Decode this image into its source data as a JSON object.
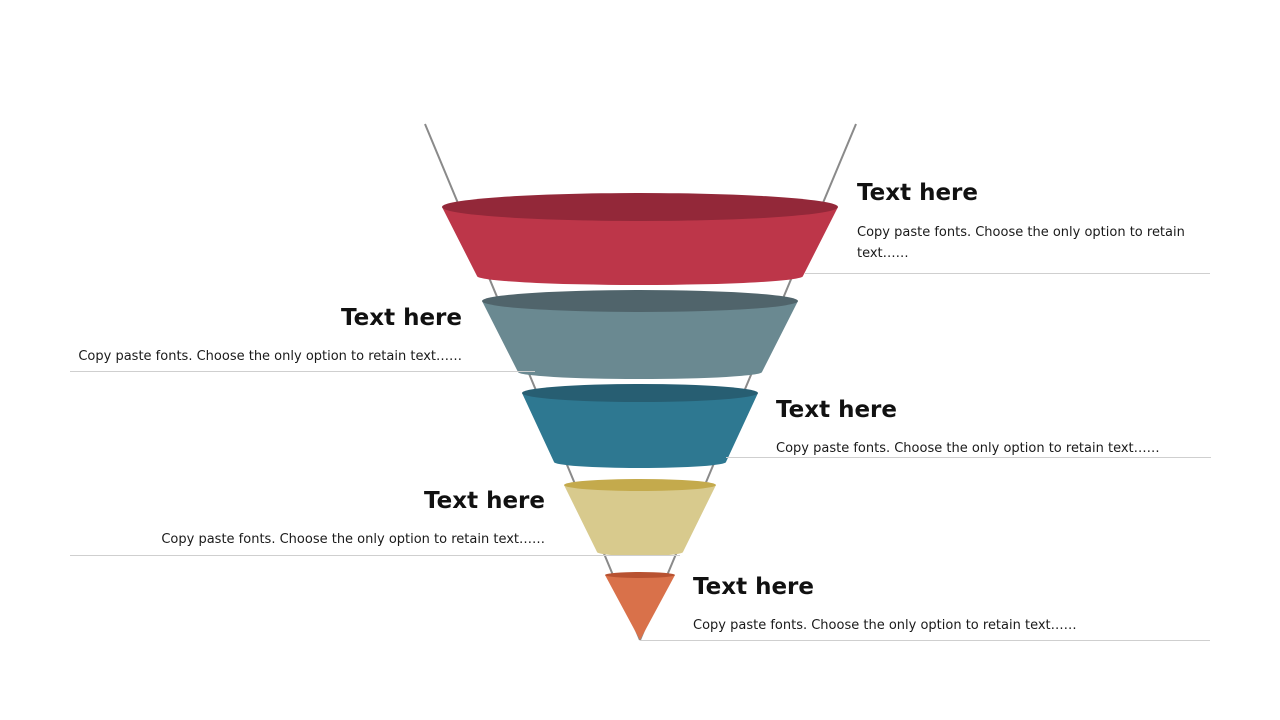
{
  "stages": [
    {
      "title": "Text here",
      "description": "Copy paste fonts. Choose the only option to retain text……",
      "color": "#BD3649",
      "rim_color": "#932839"
    },
    {
      "title": "Text here",
      "description": "Copy paste fonts. Choose the only option to retain text……",
      "color": "#6A8991",
      "rim_color": "#50646B"
    },
    {
      "title": "Text here",
      "description": "Copy paste fonts. Choose the only option to retain text……",
      "color": "#2E7891",
      "rim_color": "#275E72"
    },
    {
      "title": "Text here",
      "description": "Copy paste fonts. Choose the only option to retain text……",
      "color": "#D8CA8D",
      "rim_color": "#C4AA4C"
    },
    {
      "title": "Text here",
      "description": "Copy paste fonts. Choose the only option to retain text……",
      "color": "#D9714A",
      "rim_color": "#B85231"
    }
  ],
  "colors": {
    "guide_line": "#8A8A8A",
    "rule": "#CFCFCF"
  }
}
